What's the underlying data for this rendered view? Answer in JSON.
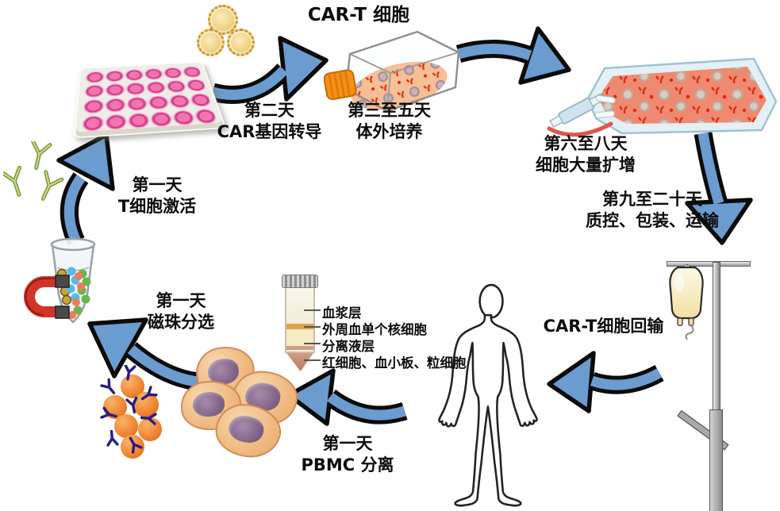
{
  "title": {
    "cart_cells": "CAR-T 细胞"
  },
  "steps": {
    "activation": {
      "line1": "第一天",
      "line2": "T细胞激活"
    },
    "transduction": {
      "line1": "第二天",
      "line2": "CAR基因转导"
    },
    "culture": {
      "line1": "第三至五天",
      "line2": "体外培养"
    },
    "expansion": {
      "line1": "第六至八天",
      "line2": "细胞大量扩增"
    },
    "qc_transport": {
      "line1": "第九至二十天",
      "line2": "质控、包装、运输"
    },
    "reinfusion": {
      "label": "CAR-T细胞回输"
    },
    "pbmc_separation": {
      "line1": "第一天",
      "line2": "PBMC 分离"
    },
    "bead_selection": {
      "line1": "第一天",
      "line2": "磁珠分选"
    }
  },
  "separation_tube_labels": {
    "plasma": "血浆层",
    "pbmc": "外周血单个核细胞",
    "separation_fluid": "分离液层",
    "rbc": "红细胞、血小板、粒细胞"
  },
  "colors": {
    "arrow_blue": "#6b9ccf",
    "well_pink": "#e8509a",
    "culture_salmon": "#ef8a70",
    "magnet_red": "#d3342a",
    "infusion_bag_yellow": "#f3dfa2",
    "antibody_green": "#7d9a33",
    "bead_orange": "#f08030"
  }
}
